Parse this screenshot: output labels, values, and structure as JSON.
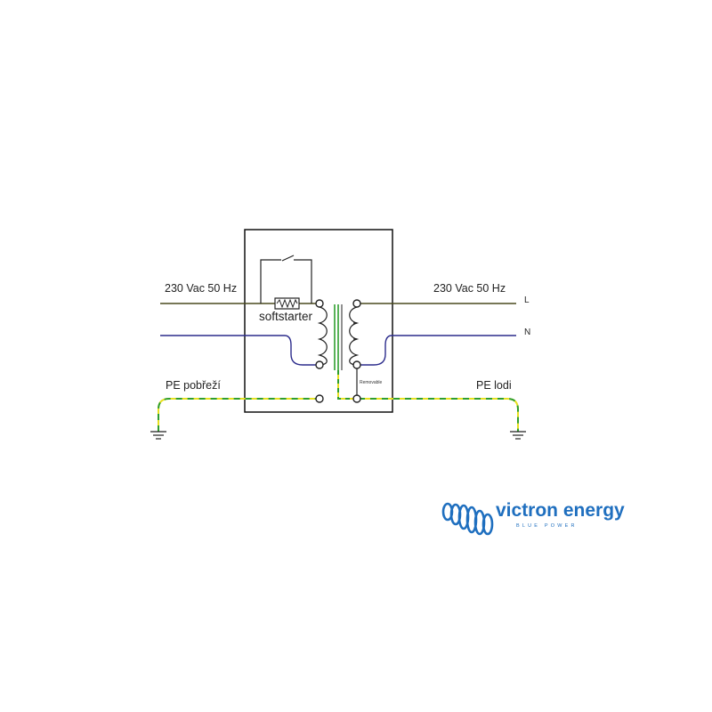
{
  "diagram": {
    "labels": {
      "input_voltage": "230 Vac 50 Hz",
      "output_voltage": "230 Vac 50 Hz",
      "line": "L",
      "neutral": "N",
      "softstarter": "softstarter",
      "pe_shore": "PE pobřeží",
      "pe_boat": "PE lodi",
      "removable": "Removable"
    },
    "colors": {
      "line": "#4a4a1e",
      "neutral": "#2c2c8c",
      "earth_green": "#2e9e2e",
      "earth_yellow": "#e8e020",
      "enclosure": "#111111"
    }
  },
  "logo": {
    "brand": "victron energy",
    "tagline": "BLUE POWER",
    "color": "#1f6fbf"
  }
}
